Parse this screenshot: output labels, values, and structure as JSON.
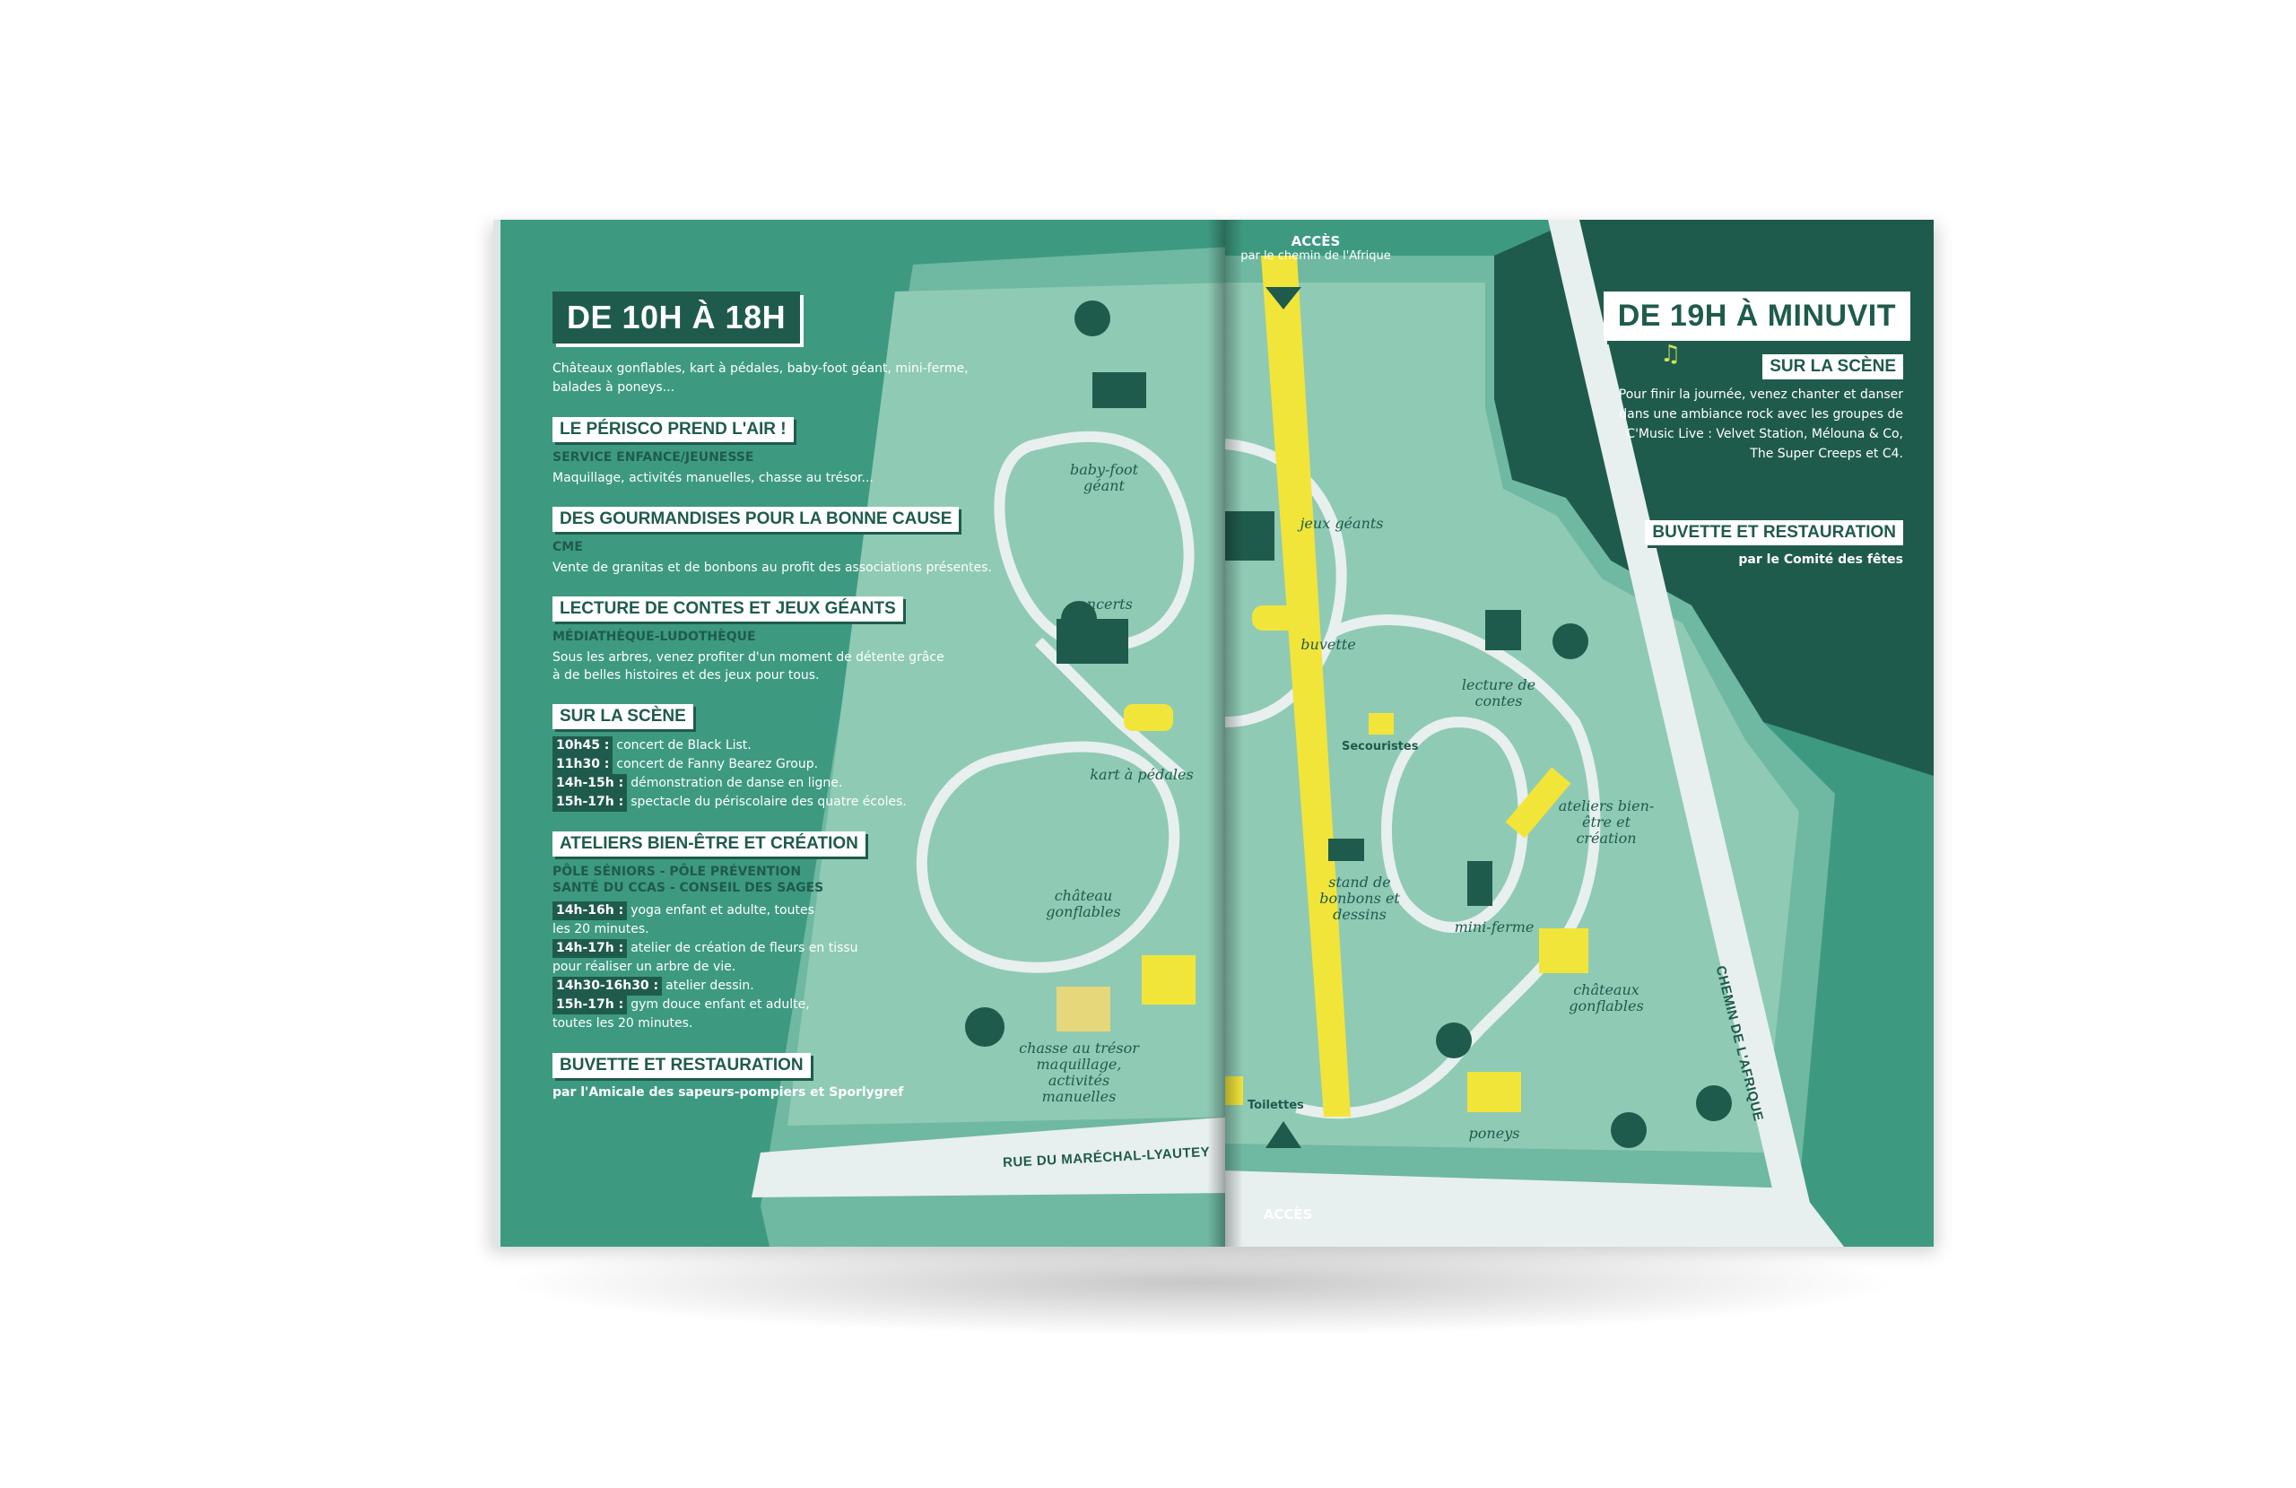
{
  "left": {
    "title": "DE 10H À 18H",
    "intro": "Châteaux gonflables, kart à pédales, baby-foot géant, mini-ferme, balades à poneys...",
    "sections": [
      {
        "title": "LE PÉRISCO PREND L'AIR !",
        "sub": "SERVICE ENFANCE/JEUNESSE",
        "text": "Maquillage, activités manuelles, chasse au trésor..."
      },
      {
        "title": "DES GOURMANDISES POUR LA BONNE CAUSE",
        "sub": "CME",
        "text": "Vente de granitas et de bonbons au profit des associations présentes."
      },
      {
        "title": "LECTURE DE CONTES ET JEUX GÉANTS",
        "sub": "MÉDIATHÈQUE-LUDOTHÈQUE",
        "text": "Sous les arbres, venez profiter d'un moment de détente grâce à de belles histoires et des jeux pour tous."
      }
    ],
    "scene": {
      "title": "SUR LA SCÈNE",
      "items": [
        {
          "time": "10h45 :",
          "text": "concert de Black List."
        },
        {
          "time": "11h30 :",
          "text": "concert de Fanny Bearez Group."
        },
        {
          "time": "14h-15h :",
          "text": "démonstration de danse en ligne."
        },
        {
          "time": "15h-17h :",
          "text": "spectacle du périscolaire des quatre écoles."
        }
      ]
    },
    "ateliers": {
      "title": "ATELIERS BIEN-ÊTRE ET CRÉATION",
      "sub1": "PÔLE SÉNIORS - PÔLE PRÉVENTION",
      "sub2": "SANTÉ DU CCAS - CONSEIL DES SAGES",
      "items": [
        {
          "time": "14h-16h :",
          "text": "yoga enfant et adulte, toutes",
          "text2": "les 20 minutes."
        },
        {
          "time": "14h-17h :",
          "text": "atelier de création de fleurs en tissu",
          "text2": "pour réaliser un arbre de vie."
        },
        {
          "time": "14h30-16h30 :",
          "text": "atelier dessin.",
          "text2": ""
        },
        {
          "time": "15h-17h :",
          "text": "gym douce enfant et adulte,",
          "text2": "toutes les 20 minutes."
        }
      ]
    },
    "buvette": {
      "title": "BUVETTE ET RESTAURATION",
      "credit": "par l'Amicale des sapeurs-pompiers et Sporlygref"
    },
    "map_labels": {
      "babyfoot": "baby-foot géant",
      "concerts": "concerts",
      "kart": "kart à pédales",
      "chateaux": "château gonflables",
      "chasse": "chasse au trésor maquillage, activités manuelles",
      "road": "RUE DU MARÉCHAL-LYAUTEY"
    }
  },
  "right": {
    "title": "DE 19H À MINUVIT",
    "acces_top": "ACCÈS",
    "acces_top_sub": "par le chemin de l'Afrique",
    "acces_bottom": "ACCÈS",
    "scene": {
      "title": "SUR LA SCÈNE",
      "text": "Pour finir la journée, venez chanter et danser dans une ambiance rock avec les groupes de C'Music Live : Velvet Station, Mélouna & Co, The Super Creeps et C4."
    },
    "buvette": {
      "title": "BUVETTE ET RESTAURATION",
      "credit": "par le Comité des fêtes"
    },
    "map_labels": {
      "jeux": "jeux géants",
      "buvette": "buvette",
      "lecture": "lecture de contes",
      "secouristes": "Secouristes",
      "ateliers": "ateliers bien-être et création",
      "stand": "stand de bonbons et dessins",
      "miniferme": "mini-ferme",
      "chateaux": "châteaux gonflables",
      "toilettes": "Toilettes",
      "poneys": "poneys",
      "road": "CHEMIN DE L'AFRIQUE"
    },
    "icons": {
      "music": "music-note-icon"
    }
  },
  "colors": {
    "page_green": "#3d9a80",
    "dark_green": "#1f5b4c",
    "light_green": "#a9d3c4",
    "yellow": "#f2e53a",
    "accent_lime": "#cde05a"
  }
}
